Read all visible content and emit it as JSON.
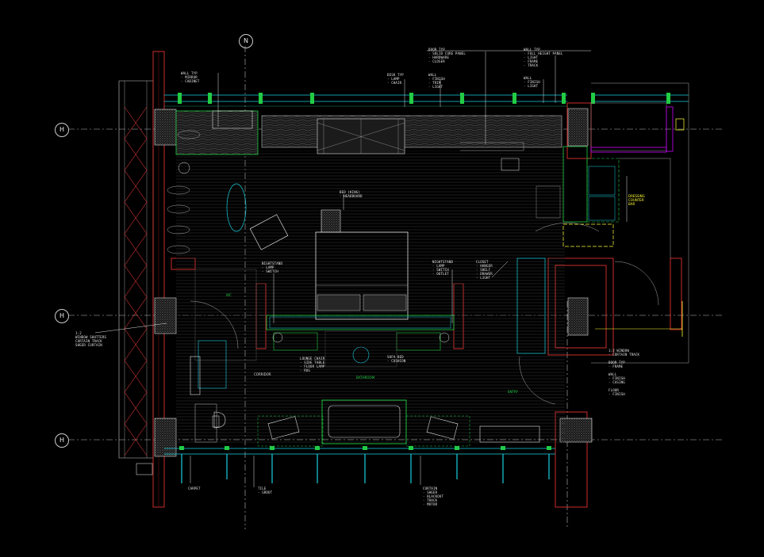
{
  "grid_labels": {
    "top": "N",
    "row_upper": "H",
    "row_middle": "H",
    "row_lower": "H"
  },
  "room_labels": {
    "bathroom": "WC",
    "bath_area": "BATHROOM"
  },
  "notes": {
    "left_window": "1:2\nWINDOW SHUTTERS\nCURTAIN TRACK\nSHEER CURTAIN",
    "top_left": "WALL TYP\n- MIRROR\n- CABINET",
    "top_mid_a": "DESK TYP\n- LAMP\n- CHAIR",
    "top_mid_b": "WALL\n- FINISH\n- TRIM\n- LIGHT",
    "top_center": "DOOR TYP\n- SOLID CORE PANEL\n- HARDWARE\n- CLOSER",
    "top_right_a": "WALL TYP\n- FULL HEIGHT PANEL\n- LIGHT\n- FRAME\n- TRACK",
    "top_right_b": "WALL\n- FINISH\n- LIGHT",
    "bed": "BED (KING)\n- HEADBOARD",
    "nightstand_l": "NIGHTSTAND\n- LAMP\n- SWITCH",
    "nightstand_r": "NIGHTSTAND\n- LAMP\n- SWITCH\n- OUTLET",
    "right_col": "CLOSET\n- HANGER\n- SHELF\n- DRAWER\n- LIGHT",
    "center_low": "LOUNGE CHAIR\n- SIDE TABLE\n- FLOOR LAMP\n- RUG",
    "sofa": "SOFA BED\n- CUSHION",
    "bottom_a": "CARPET",
    "bottom_b": "TILE\n- GROUT",
    "bottom_c": "CURTAIN\n- SHEER\n- BLACKOUT\n- TRACK\n- MOTOR",
    "right_notes": "1:2 WINDOW\n- CURTAIN TRACK\n\nDOOR TYP\n- FRAME\n\nWALL\n- FINISH\n- CASING\n\nFLOOR\n- FINISH",
    "corridor": "CORRIDOR",
    "entry": "ENTRY",
    "green_label": "DRESSING\nCOUNTER\nBAR"
  }
}
